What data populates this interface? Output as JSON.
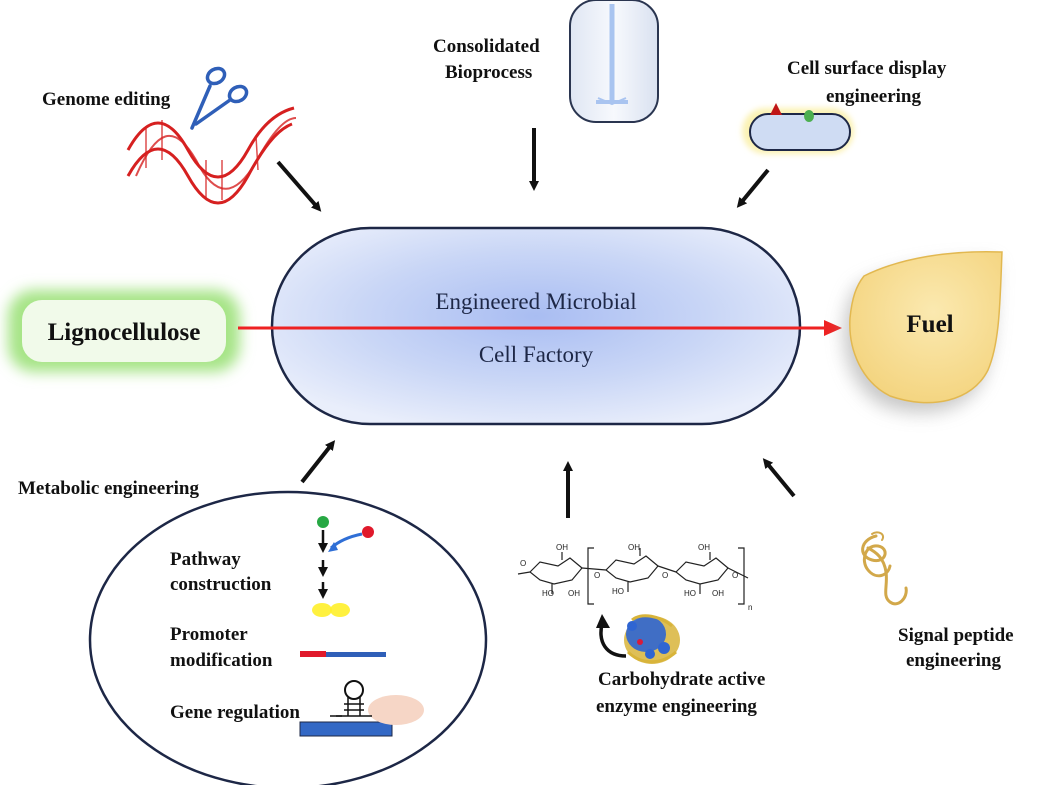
{
  "center": {
    "line1": "Engineered Microbial",
    "line2": "Cell Factory"
  },
  "input": "Lignocellulose",
  "output": "Fuel",
  "strategies": {
    "genome_editing": "Genome editing",
    "cbp": [
      "Consolidated",
      "Bioprocess"
    ],
    "surface": [
      "Cell surface display",
      "engineering"
    ],
    "metabolic": "Metabolic engineering",
    "cazyme": [
      "Carbohydrate active",
      "enzyme engineering"
    ],
    "signal": [
      "Signal peptide",
      "engineering"
    ]
  },
  "metabolic_items": {
    "pathway": [
      "Pathway",
      "construction"
    ],
    "promoter": [
      "Promoter",
      "modification"
    ],
    "gene_regulation": "Gene regulation"
  },
  "chem_labels": {
    "oh": "OH",
    "ho": "HO",
    "o": "O",
    "n": "n"
  },
  "colors": {
    "red_arrow": "#ee2222",
    "cell_fill": "#b8c8f2",
    "fuel_fill": "#f8e09a",
    "lignocellulose_glow": "#9fe07a",
    "dna": "#d62020"
  }
}
